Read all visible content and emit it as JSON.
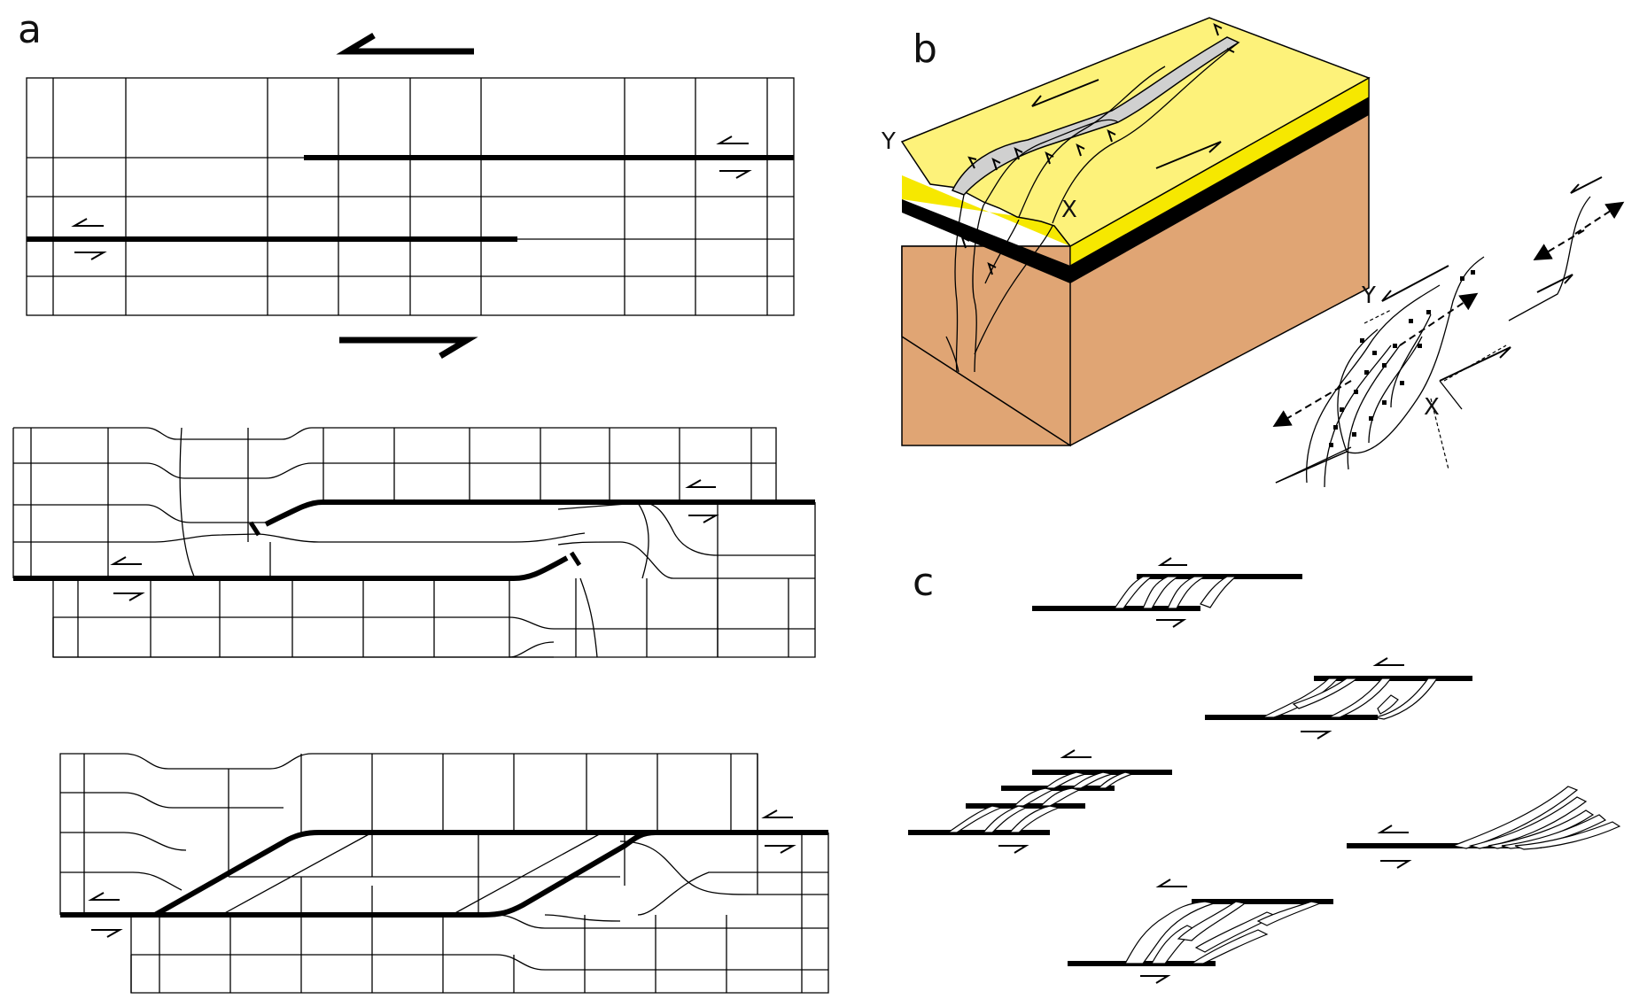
{
  "panels": {
    "a": {
      "label": "a"
    },
    "b": {
      "label": "b",
      "marker_y": "Y",
      "marker_x": "X"
    },
    "c": {
      "label": "c"
    }
  },
  "colors": {
    "sediment_top": "#fdf27a",
    "sediment_bright": "#f6e800",
    "black_layer": "#000000",
    "basement": "#e0a574",
    "gouge": "#d0d0d0",
    "lines": "#000000"
  }
}
